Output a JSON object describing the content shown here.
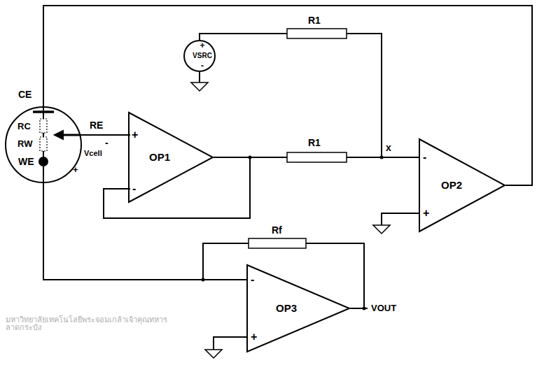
{
  "diagram": {
    "nodes": [
      {
        "text": [
          "CE",
          "RC",
          "RW",
          "WE"
        ]
      },
      {
        "text": [
          "+",
          "VSRC",
          "-"
        ]
      },
      {
        "text": [
          "+",
          "OP1",
          "-"
        ]
      },
      {
        "text": [
          "-",
          "OP2",
          "+"
        ]
      },
      {
        "text": [
          "-",
          "OP3",
          "+"
        ]
      }
    ],
    "edges": [
      {
        "from": 3,
        "to": 0,
        "arrow": "none"
      },
      {
        "from": 0,
        "to": 2,
        "arrow": "none"
      },
      {
        "from": 0,
        "to": 4,
        "arrow": "none"
      }
    ],
    "labels": [
      "RE",
      "-",
      "Vcell",
      "+",
      "R1",
      "R1",
      "x",
      "Rf",
      "VOUT",
      "มหาวิทยาลัยเทคโนโลยีพระจอมเกล้าเจ้าคุณทหารลาดกระบัง"
    ]
  }
}
